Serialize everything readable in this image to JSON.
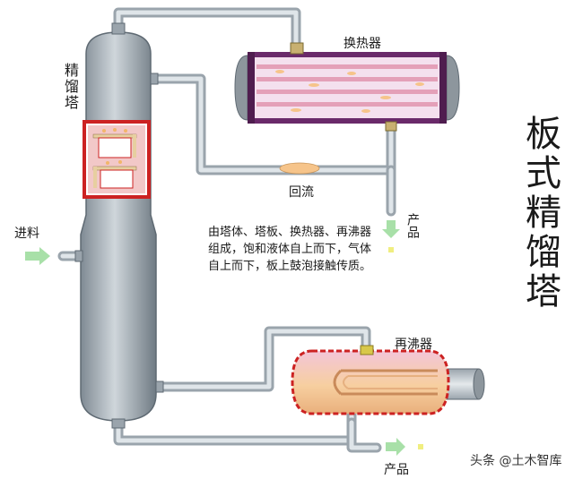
{
  "title": "板式精馏塔",
  "labels": {
    "tower": "精馏塔",
    "heat_exchanger": "换热器",
    "reflux": "回流",
    "product_top": "产品",
    "feed": "进料",
    "reboiler": "再沸器",
    "product_bottom": "产品"
  },
  "description": "由塔体、塔板、换热器、再沸器组成，饱和液体自上而下，气体自上而下，板上鼓泡接触传质。",
  "watermark": "头条 @土木智库",
  "colors": {
    "column": "#a8b2ba",
    "pipe": "#c8d0d6",
    "exchanger_frame": "#6a2a6a",
    "tray_frame": "#cc2222",
    "liquid": "#f6c48a",
    "arrow": "#a8e0a8"
  }
}
